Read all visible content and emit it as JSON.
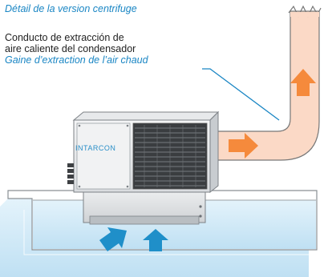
{
  "caption": {
    "title": "Détail de la version centrifuge",
    "label_es_line1": "Conducto de extracción de",
    "label_es_line2": "aire caliente del condensador",
    "label_fr": "Gaine d’extraction de l’air chaud"
  },
  "unit": {
    "brand": "INTARCON"
  },
  "colors": {
    "caption_blue": "#1a86c4",
    "duct_fill": "#fbd9c6",
    "arrow_orange": "#f58a3c",
    "arrow_blue": "#1f8fc9",
    "room_fill": "#cfe8f6"
  }
}
